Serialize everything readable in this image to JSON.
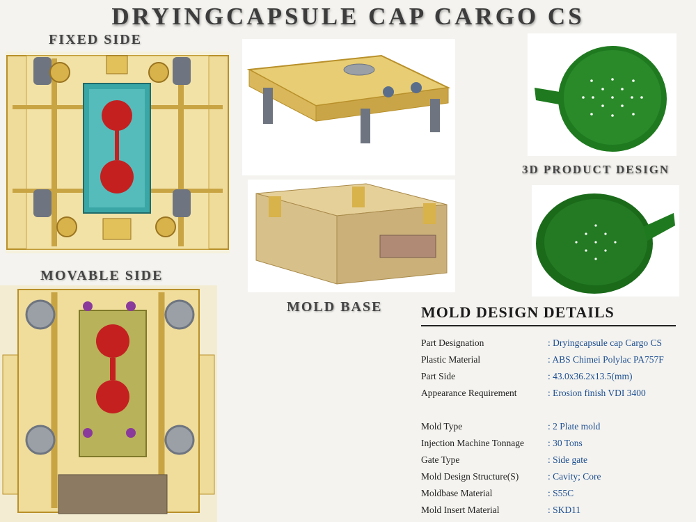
{
  "title": "DRYINGCAPSULE CAP CARGO CS",
  "labels": {
    "fixed_side": "FIXED SIDE",
    "movable_side": "MOVABLE SIDE",
    "mold_base": "MOLD BASE",
    "product_design": "3D PRODUCT DESIGN"
  },
  "details": {
    "heading": "MOLD DESIGN DETAILS",
    "rows": [
      {
        "key": "Part Designation",
        "value": ": Dryingcapsule cap Cargo CS"
      },
      {
        "key": "Plastic Material",
        "value": ": ABS Chimei Polylac PA757F"
      },
      {
        "key": "Part Side",
        "value": ": 43.0x36.2x13.5(mm)"
      },
      {
        "key": "Appearance Requirement",
        "value": ": Erosion finish VDI 3400"
      },
      {
        "key": "Mold Type",
        "value": ": 2 Plate mold"
      },
      {
        "key": "Injection Machine Tonnage",
        "value": ": 30 Tons"
      },
      {
        "key": "Gate Type",
        "value": ": Side gate"
      },
      {
        "key": "Mold Design Structure(S)",
        "value": ": Cavity; Core"
      },
      {
        "key": "Moldbase Material",
        "value": ": S55C"
      },
      {
        "key": "Mold Insert Material",
        "value": ": SKD11"
      }
    ]
  },
  "colors": {
    "mold_gold": "#e3c15a",
    "mold_gold_dark": "#b8902a",
    "insert_teal": "#3aa7a6",
    "cavity_red": "#c42020",
    "product_green": "#1f7a1f",
    "value_blue": "#1d4e91"
  }
}
